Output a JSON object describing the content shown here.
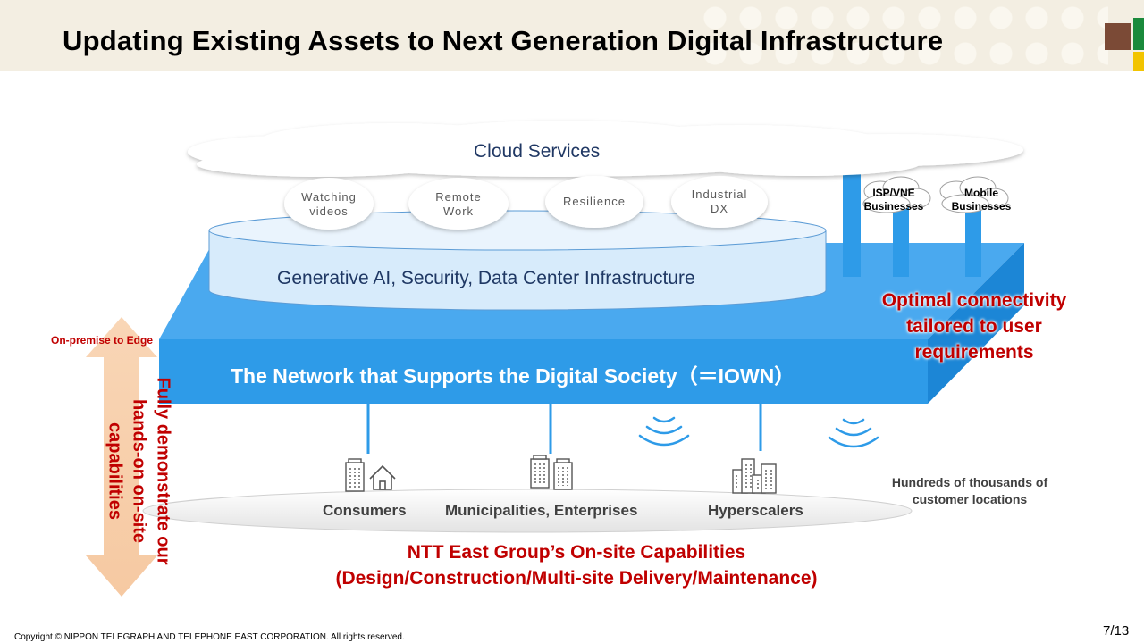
{
  "header": {
    "title": "Updating Existing Assets to Next Generation Digital Infrastructure"
  },
  "colors": {
    "network": "#2e9be8",
    "network_top": "#4aa9ef",
    "ai_platform": "#d7ebfb",
    "accent_red": "#c00000",
    "cloud": "#ffffff",
    "deco_brown": "#7b4a36",
    "deco_green": "#1a8a3c",
    "deco_yellow": "#f2c400"
  },
  "cloud": {
    "label": "Cloud Services"
  },
  "services": [
    {
      "line1": "Watching",
      "line2": "videos"
    },
    {
      "line1": "Remote",
      "line2": "Work"
    },
    {
      "line1": "Resilience",
      "line2": ""
    },
    {
      "line1": "Industrial",
      "line2": "DX"
    }
  ],
  "ai_platform": {
    "label": "Generative AI, Security, Data Center Infrastructure"
  },
  "network": {
    "label": "The Network that Supports the Digital Society（＝IOWN）"
  },
  "businesses": [
    {
      "line1": "ISP/VNE",
      "line2": "Businesses"
    },
    {
      "line1": "Mobile",
      "line2": "Businesses"
    }
  ],
  "optimal": {
    "line1": "Optimal connectivity",
    "line2": "tailored to user",
    "line3": "requirements"
  },
  "customers": [
    {
      "label": "Consumers",
      "icon": "house-building-icon"
    },
    {
      "label": "Municipalities, Enterprises",
      "icon": "office-buildings-icon"
    },
    {
      "label": "Hyperscalers",
      "icon": "city-buildings-icon"
    }
  ],
  "hundreds": {
    "line1": "Hundreds of thousands of",
    "line2": "customer locations"
  },
  "onsite": {
    "line1": "NTT East Group’s On-site Capabilities",
    "line2": "(Design/Construction/Multi-site Delivery/Maintenance)"
  },
  "arrow": {
    "top_label": "On-premise to Edge",
    "vertical_line1": "Fully demonstrate our",
    "vertical_line2": "hands-on on-site",
    "vertical_line3": "capabilities"
  },
  "footer": {
    "copyright": "Copyright © NIPPON TELEGRAPH AND TELEPHONE EAST CORPORATION. All rights reserved.",
    "page": "7/13"
  }
}
